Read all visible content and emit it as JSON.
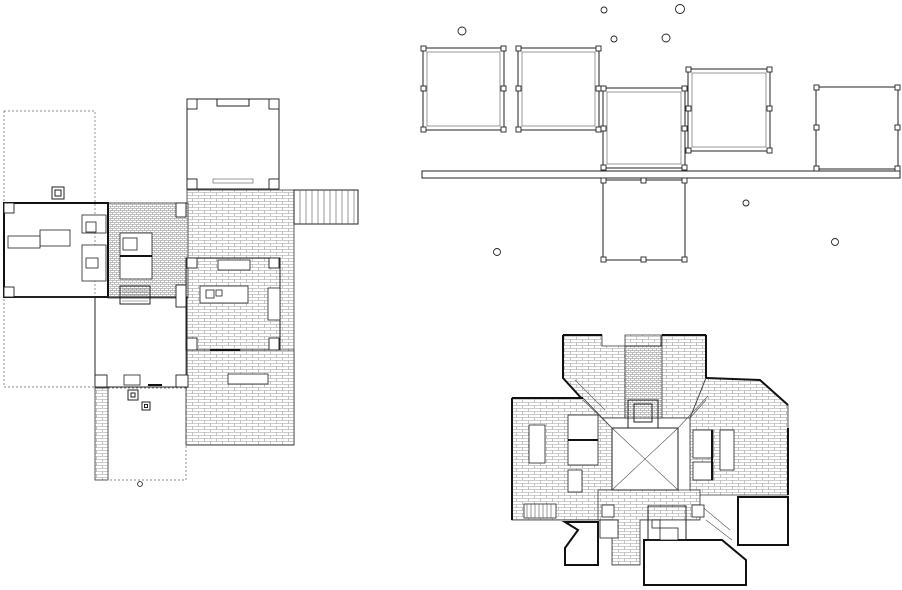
{
  "drawing": {
    "panels": [
      {
        "id": "plan-a",
        "kind": "house floor plan with paved courtyards"
      },
      {
        "id": "plan-b",
        "kind": "column grid / structural pavilion plan"
      },
      {
        "id": "plan-c",
        "kind": "cross-shaped house floor plan with central court"
      }
    ]
  },
  "colors": {
    "line": "#222222",
    "background": "#ffffff",
    "paving": "#bdbdbd"
  }
}
